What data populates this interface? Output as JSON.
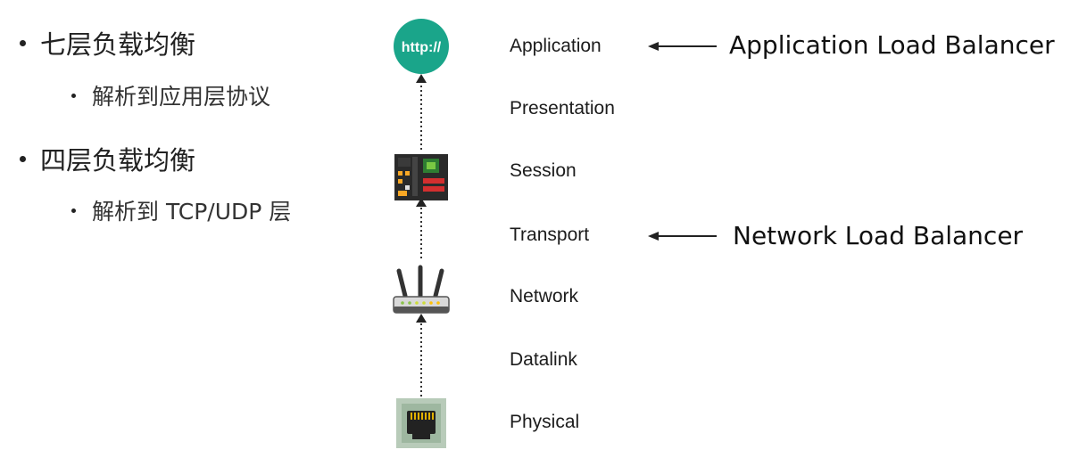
{
  "bullets": [
    {
      "text": "七层负载均衡",
      "sub": "解析到应用层协议"
    },
    {
      "text": "四层负载均衡",
      "sub": "解析到 TCP/UDP 层"
    }
  ],
  "layers": [
    "Application",
    "Presentation",
    "Session",
    "Transport",
    "Network",
    "Datalink",
    "Physical"
  ],
  "balancers": {
    "application": "Application Load Balancer",
    "network": "Network Load Balancer"
  },
  "icons": {
    "http_label": "http://",
    "http_color": "#1aa58a"
  }
}
